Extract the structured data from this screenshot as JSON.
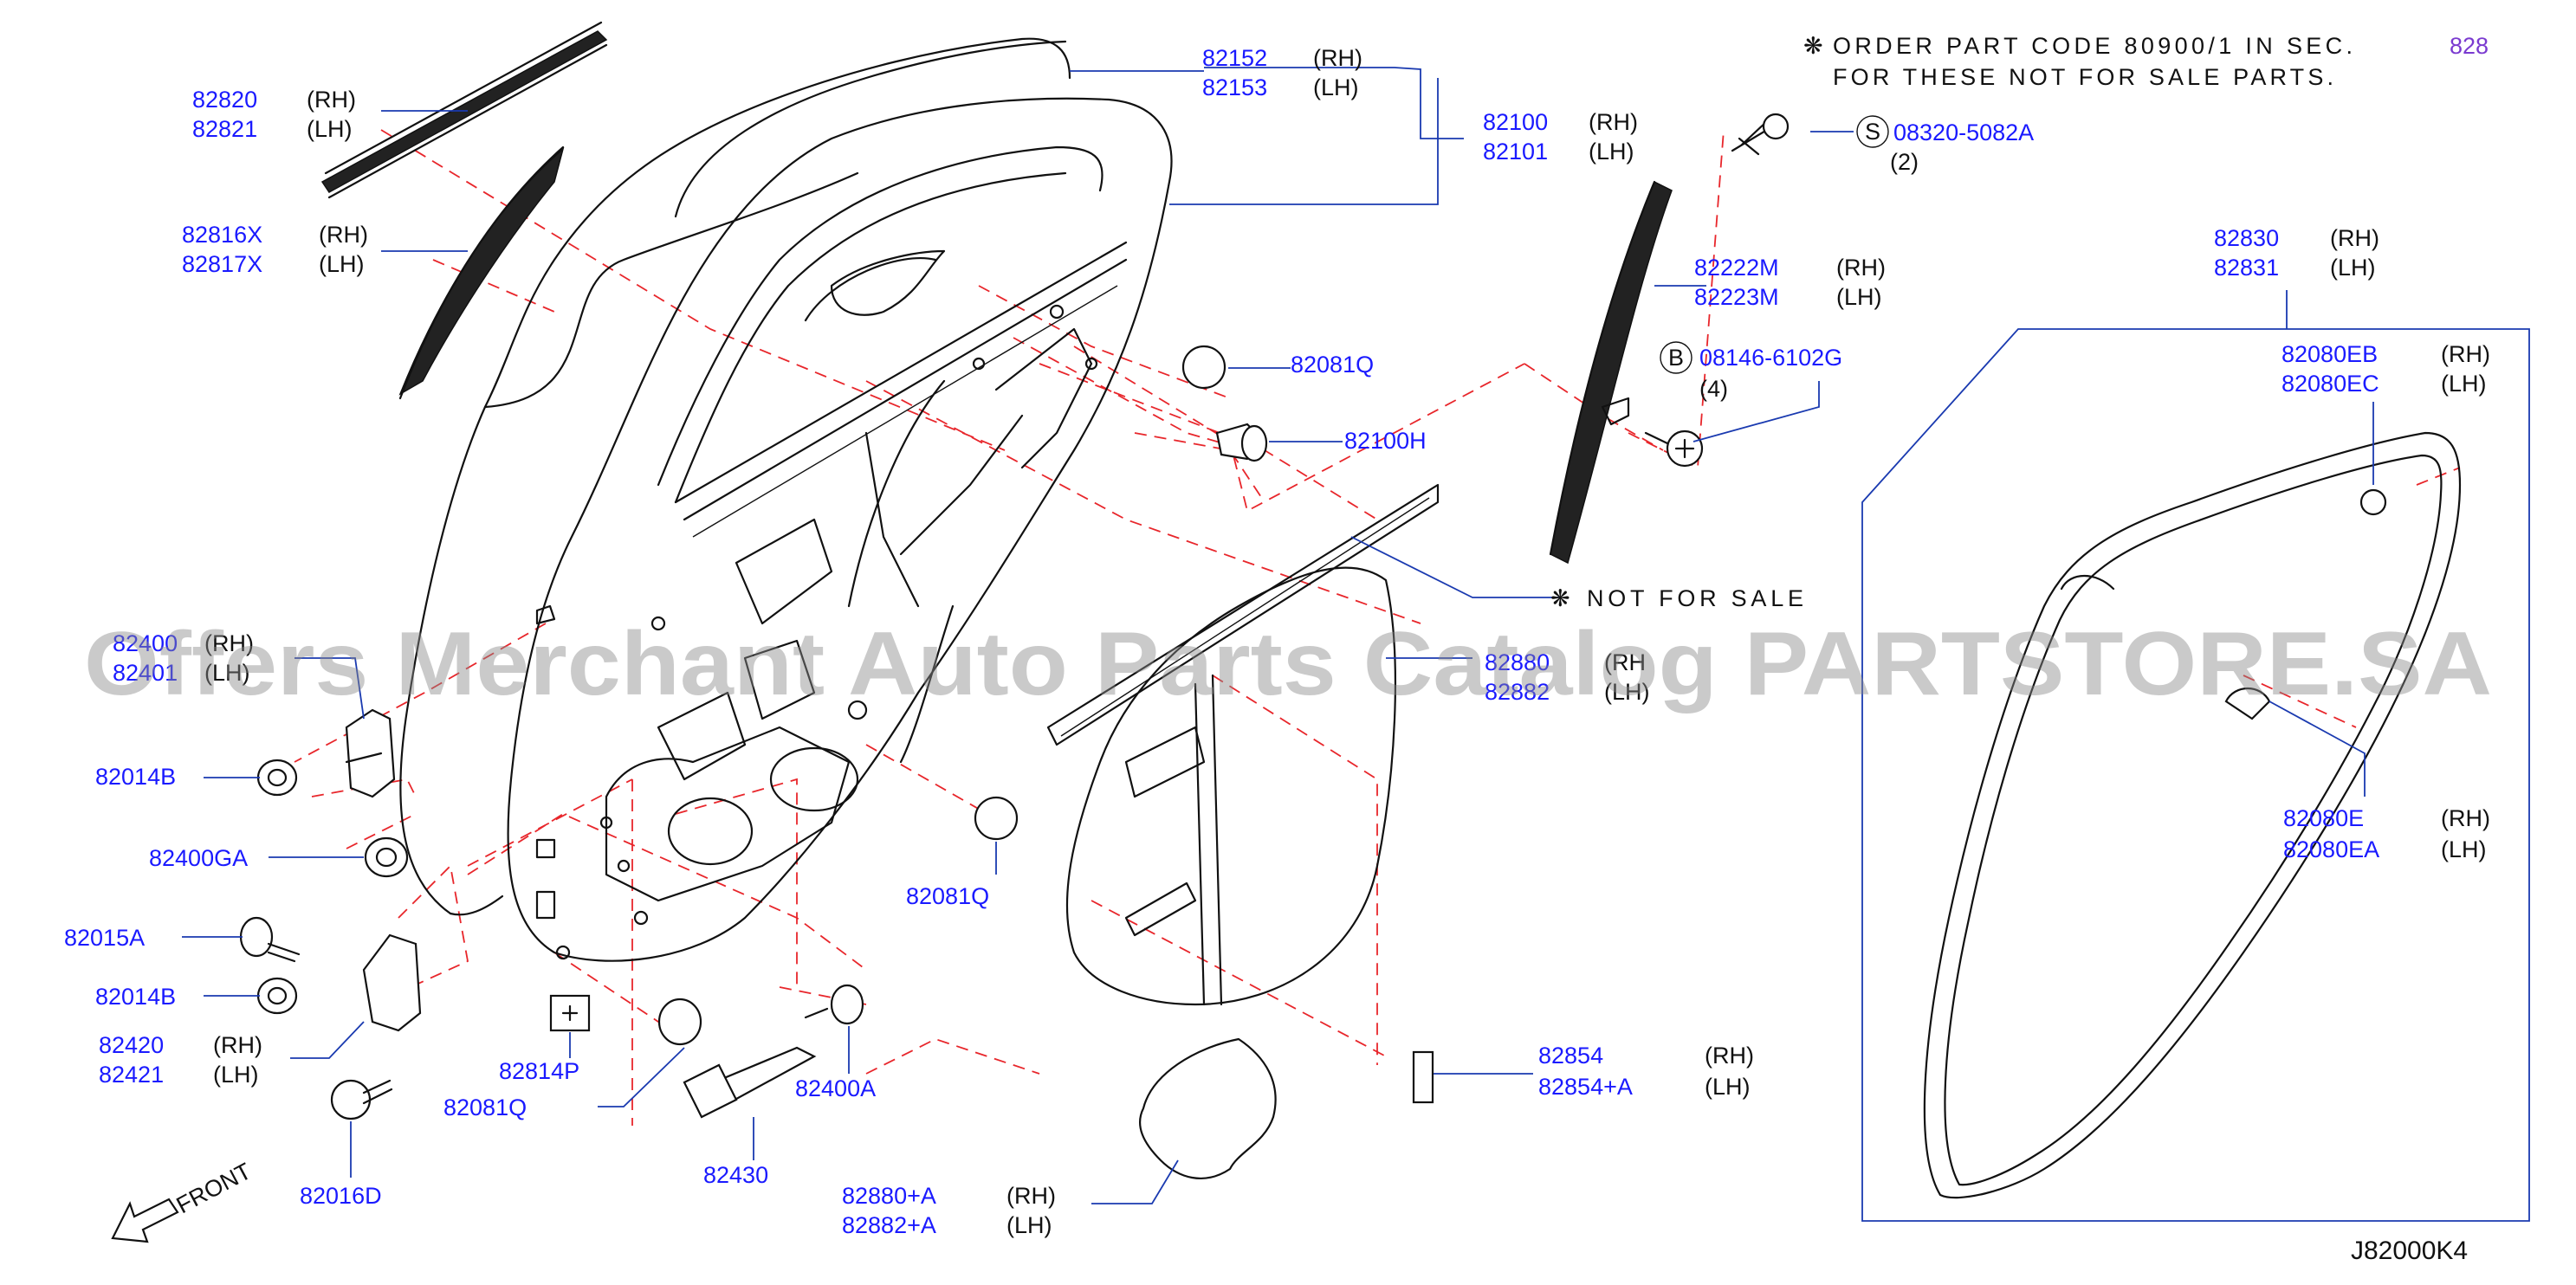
{
  "header": {
    "note_line1": "ORDER PART CODE 80900/1 IN SEC.",
    "note_line2": "FOR THESE NOT FOR SALE PARTS.",
    "section_ref": "828"
  },
  "not_for_sale": "NOT FOR SALE",
  "diagram_code": "J82000K4",
  "front_label": "FRONT",
  "watermark": "Offers Merchant Auto Parts Catalog PARTSTORE.SA",
  "symbols": {
    "not_for_sale": "❋",
    "s_callout": "S",
    "b_callout": "B"
  },
  "parts": {
    "p82820": {
      "code1": "82820",
      "side1": "(RH)",
      "code2": "82821",
      "side2": "(LH)"
    },
    "p82816": {
      "code1": "82816X",
      "side1": "(RH)",
      "code2": "82817X",
      "side2": "(LH)"
    },
    "p82152": {
      "code1": "82152",
      "side1": "(RH)",
      "code2": "82153",
      "side2": "(LH)"
    },
    "p82100": {
      "code1": "82100",
      "side1": "(RH)",
      "code2": "82101",
      "side2": "(LH)"
    },
    "p08320": {
      "code": "08320-5082A",
      "qty": "(2)"
    },
    "p82222": {
      "code1": "82222M",
      "side1": "(RH)",
      "code2": "82223M",
      "side2": "(LH)"
    },
    "p08146": {
      "code": "08146-6102G",
      "qty": "(4)"
    },
    "p82081q_a": {
      "code": "82081Q"
    },
    "p82100h": {
      "code": "82100H"
    },
    "p82830": {
      "code1": "82830",
      "side1": "(RH)",
      "code2": "82831",
      "side2": "(LH)"
    },
    "p82080eb": {
      "code1": "82080EB",
      "side1": "(RH)",
      "code2": "82080EC",
      "side2": "(LH)"
    },
    "p82400": {
      "code1": "82400",
      "side1": "(RH)",
      "code2": "82401",
      "side2": "(LH)"
    },
    "p82880": {
      "code1": "82880",
      "side1": "(RH",
      "code2": "82882",
      "side2": "(LH)"
    },
    "p82014b_a": {
      "code": "82014B"
    },
    "p82400ga": {
      "code": "82400GA"
    },
    "p82081q_b": {
      "code": "82081Q"
    },
    "p82015a": {
      "code": "82015A"
    },
    "p82014b_b": {
      "code": "82014B"
    },
    "p82080e": {
      "code1": "82080E",
      "side1": "(RH)",
      "code2": "82080EA",
      "side2": "(LH)"
    },
    "p82420": {
      "code1": "82420",
      "side1": "(RH)",
      "code2": "82421",
      "side2": "(LH)"
    },
    "p82814p": {
      "code": "82814P"
    },
    "p82854": {
      "code1": "82854",
      "side1": "(RH)",
      "code2": "82854+A",
      "side2": "(LH)"
    },
    "p82081q_c": {
      "code": "82081Q"
    },
    "p82400a": {
      "code": "82400A"
    },
    "p82016d": {
      "code": "82016D"
    },
    "p82430": {
      "code": "82430"
    },
    "p82880a": {
      "code1": "82880+A",
      "side1": "(RH)",
      "code2": "82882+A",
      "side2": "(LH)"
    }
  }
}
